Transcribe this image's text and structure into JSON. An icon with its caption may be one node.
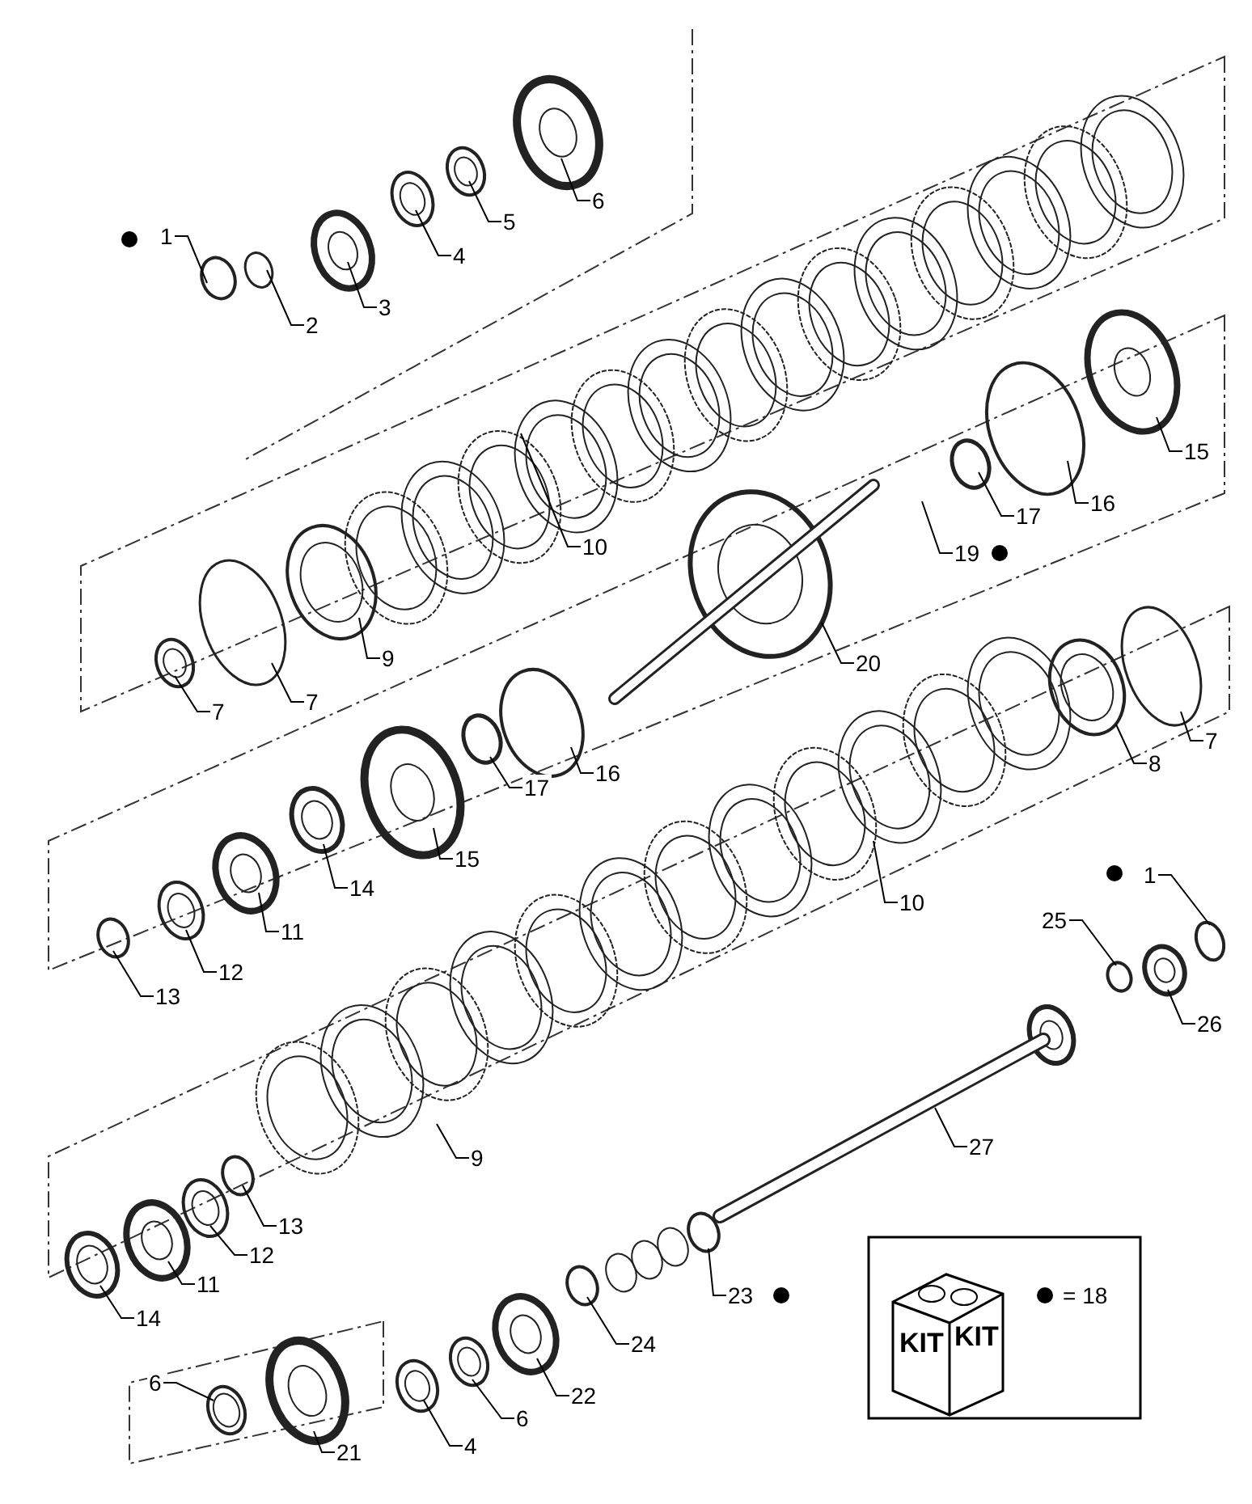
{
  "diagram": {
    "nodes": [
      {
        "text": [
          "1"
        ]
      },
      {
        "text": [
          "2"
        ]
      },
      {
        "text": [
          "3"
        ]
      },
      {
        "text": [
          "4"
        ]
      },
      {
        "text": [
          "5"
        ]
      },
      {
        "text": [
          "6"
        ]
      },
      {
        "text": [
          "10"
        ]
      },
      {
        "text": [
          "9"
        ]
      },
      {
        "text": [
          "7"
        ]
      },
      {
        "text": [
          "7"
        ]
      },
      {
        "text": [
          "15"
        ]
      },
      {
        "text": [
          "16"
        ]
      },
      {
        "text": [
          "17"
        ]
      },
      {
        "text": [
          "19"
        ]
      },
      {
        "text": [
          "20"
        ]
      },
      {
        "text": [
          "16"
        ]
      },
      {
        "text": [
          "17"
        ]
      },
      {
        "text": [
          "15"
        ]
      },
      {
        "text": [
          "14"
        ]
      },
      {
        "text": [
          "11"
        ]
      },
      {
        "text": [
          "12"
        ]
      },
      {
        "text": [
          "13"
        ]
      },
      {
        "text": [
          "8"
        ]
      },
      {
        "text": [
          "7"
        ]
      },
      {
        "text": [
          "10"
        ]
      },
      {
        "text": [
          "1"
        ]
      },
      {
        "text": [
          "25"
        ]
      },
      {
        "text": [
          "26"
        ]
      },
      {
        "text": [
          "27"
        ]
      },
      {
        "text": [
          "9"
        ]
      },
      {
        "text": [
          "13"
        ]
      },
      {
        "text": [
          "12"
        ]
      },
      {
        "text": [
          "11"
        ]
      },
      {
        "text": [
          "14"
        ]
      },
      {
        "text": [
          "23"
        ]
      },
      {
        "text": [
          "24"
        ]
      },
      {
        "text": [
          "22"
        ]
      },
      {
        "text": [
          "6"
        ]
      },
      {
        "text": [
          "4"
        ]
      },
      {
        "text": [
          "6"
        ]
      },
      {
        "text": [
          "21"
        ]
      }
    ],
    "edges": [
      {
        "from": 0,
        "to": null,
        "arrow": "none"
      },
      {
        "from": 1,
        "to": null,
        "arrow": "none"
      },
      {
        "from": 2,
        "to": null,
        "arrow": "none"
      },
      {
        "from": 3,
        "to": null,
        "arrow": "none"
      },
      {
        "from": 4,
        "to": null,
        "arrow": "none"
      },
      {
        "from": 5,
        "to": null,
        "arrow": "none"
      },
      {
        "from": 6,
        "to": null,
        "arrow": "none"
      },
      {
        "from": 7,
        "to": null,
        "arrow": "none"
      },
      {
        "from": 8,
        "to": null,
        "arrow": "none"
      },
      {
        "from": 9,
        "to": null,
        "arrow": "none"
      },
      {
        "from": 10,
        "to": null,
        "arrow": "none"
      },
      {
        "from": 11,
        "to": null,
        "arrow": "none"
      },
      {
        "from": 12,
        "to": null,
        "arrow": "none"
      },
      {
        "from": 13,
        "to": null,
        "arrow": "none"
      },
      {
        "from": 14,
        "to": null,
        "arrow": "none"
      },
      {
        "from": 15,
        "to": null,
        "arrow": "none"
      },
      {
        "from": 16,
        "to": null,
        "arrow": "none"
      },
      {
        "from": 17,
        "to": null,
        "arrow": "none"
      },
      {
        "from": 18,
        "to": null,
        "arrow": "none"
      },
      {
        "from": 19,
        "to": null,
        "arrow": "none"
      },
      {
        "from": 20,
        "to": null,
        "arrow": "none"
      },
      {
        "from": 21,
        "to": null,
        "arrow": "none"
      },
      {
        "from": 22,
        "to": null,
        "arrow": "none"
      },
      {
        "from": 23,
        "to": null,
        "arrow": "none"
      },
      {
        "from": 24,
        "to": null,
        "arrow": "none"
      },
      {
        "from": 25,
        "to": null,
        "arrow": "none"
      },
      {
        "from": 26,
        "to": null,
        "arrow": "none"
      },
      {
        "from": 27,
        "to": null,
        "arrow": "none"
      },
      {
        "from": 28,
        "to": null,
        "arrow": "none"
      },
      {
        "from": 29,
        "to": null,
        "arrow": "none"
      },
      {
        "from": 30,
        "to": null,
        "arrow": "none"
      },
      {
        "from": 31,
        "to": null,
        "arrow": "none"
      },
      {
        "from": 32,
        "to": null,
        "arrow": "none"
      },
      {
        "from": 33,
        "to": null,
        "arrow": "none"
      },
      {
        "from": 34,
        "to": null,
        "arrow": "none"
      },
      {
        "from": 35,
        "to": null,
        "arrow": "none"
      },
      {
        "from": 36,
        "to": null,
        "arrow": "none"
      },
      {
        "from": 37,
        "to": null,
        "arrow": "none"
      },
      {
        "from": 38,
        "to": null,
        "arrow": "none"
      },
      {
        "from": 39,
        "to": null,
        "arrow": "none"
      },
      {
        "from": 40,
        "to": null,
        "arrow": "none"
      }
    ],
    "labels": [
      "KIT",
      "KIT"
    ],
    "legend": [
      {
        "text": "= 18"
      }
    ]
  }
}
